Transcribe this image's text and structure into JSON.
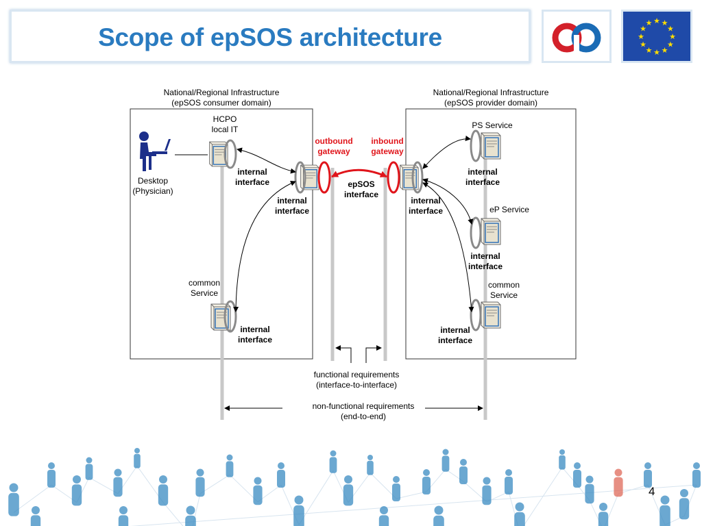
{
  "title": "Scope of epSOS architecture",
  "page_number": "4",
  "colors": {
    "title_blue": "#2a7bc0",
    "gateway_red": "#e0151b",
    "line_gray": "#c8c8c8",
    "eu_blue": "#1f4aa8",
    "eu_star": "#ffdd00",
    "logo_red": "#d3202a",
    "logo_blue": "#1a6bb5",
    "person_blue": "#3a8bc2",
    "person_highlight": "#e06a5a"
  },
  "consumer_domain": {
    "title_line1": "National/Regional Infrastructure",
    "title_line2": "(epSOS consumer domain)"
  },
  "provider_domain": {
    "title_line1": "National/Regional Infrastructure",
    "title_line2": "(epSOS provider domain)"
  },
  "hcpo": {
    "line1": "HCPO",
    "line2": "local IT"
  },
  "desktop": {
    "line1": "Desktop",
    "line2": "(Physician)"
  },
  "outbound_gateway": {
    "line1": "outbound",
    "line2": "gateway"
  },
  "inbound_gateway": {
    "line1": "inbound",
    "line2": "gateway"
  },
  "epsos_interface": {
    "line1": "epSOS",
    "line2": "interface"
  },
  "internal_interface": {
    "line1": "internal",
    "line2": "interface"
  },
  "consumer_common_service": {
    "line1": "common",
    "line2": "Service"
  },
  "provider_common_service": {
    "line1": "common",
    "line2": "Service"
  },
  "ps_service": "PS Service",
  "ep_service": "eP Service",
  "functional_requirements": {
    "line1": "functional requirements",
    "line2": "(interface-to-interface)"
  },
  "non_functional_requirements": {
    "line1": "non-functional requirements",
    "line2": "(end-to-end)"
  },
  "icons": [
    "physician-at-computer-icon",
    "server-icon",
    "epsos-logo",
    "eu-flag",
    "people-network-image"
  ]
}
